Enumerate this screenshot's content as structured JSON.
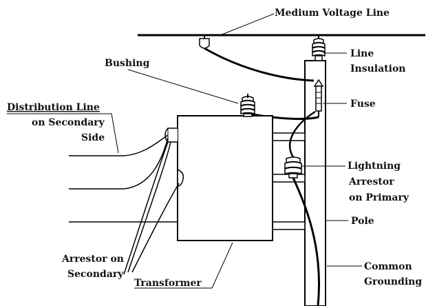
{
  "labels": {
    "medium_voltage_line": "Medium Voltage Line",
    "line_insulation_1": "Line",
    "line_insulation_2": "Insulation",
    "bushing": "Bushing",
    "fuse": "Fuse",
    "distribution_line_1": "Distribution Line",
    "distribution_line_2": "on Secondary",
    "distribution_line_3": "Side",
    "lightning_arrestor_1": "Lightning",
    "lightning_arrestor_2": "Arrestor",
    "lightning_arrestor_3": "on Primary",
    "pole": "Pole",
    "arrestor_secondary_1": "Arrestor on",
    "arrestor_secondary_2": "Secondary",
    "transformer": "Transformer",
    "common_grounding_1": "Common",
    "common_grounding_2": "Grounding"
  }
}
